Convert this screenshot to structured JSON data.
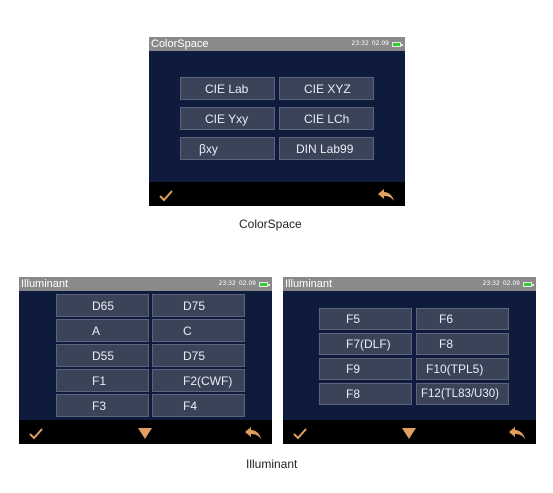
{
  "panel1": {
    "title": "ColorSpace",
    "time": "23:32",
    "date": "02.09",
    "buttons": [
      "CIE Lab",
      "CIE XYZ",
      "CIE Yxy",
      "CIE LCh",
      "βxy",
      "DIN Lab99"
    ]
  },
  "caption1": "ColorSpace",
  "panel2": {
    "title": "Illuminant",
    "time": "23:32",
    "date": "02.09",
    "buttons": [
      "D65",
      "D75",
      "A",
      "C",
      "D55",
      "D75",
      "F1",
      "F2(CWF)",
      "F3",
      "F4"
    ]
  },
  "panel3": {
    "title": "Illuminant",
    "time": "23:32",
    "date": "02.09",
    "buttons": [
      "F5",
      "F6",
      "F7(DLF)",
      "F8",
      "F9",
      "F10(TPL5)",
      "F8",
      "F12(TL83/U30)"
    ]
  },
  "caption2": "Illuminant",
  "colors": {
    "screen_bg": "#0f1b3d",
    "button_bg": "#3a4358",
    "title_bar": "#8a8a8a",
    "selector": "#2bd13b",
    "accent": "#e0a060"
  }
}
